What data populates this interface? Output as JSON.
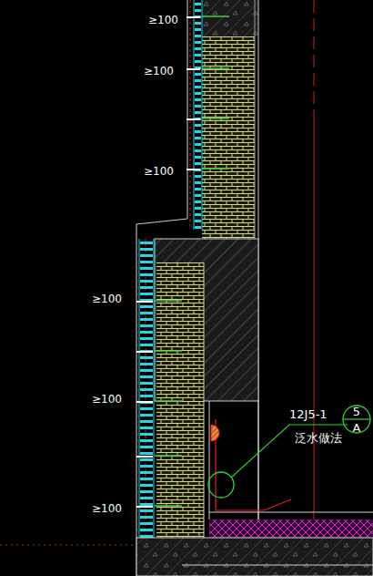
{
  "diagram": {
    "nodes": [
      {
        "text": [
          "5",
          "A"
        ]
      }
    ],
    "labels": [
      "≥100",
      "≥100",
      "≥100",
      "≥100",
      "≥100",
      "≥100",
      "12J5-1",
      "泛水做法"
    ]
  }
}
